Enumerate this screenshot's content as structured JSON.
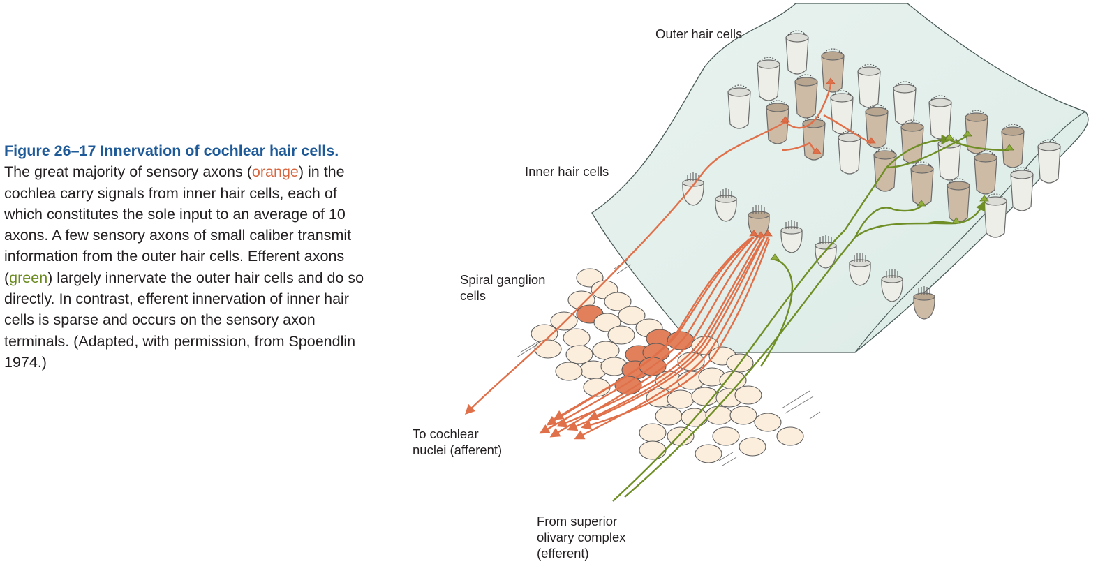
{
  "caption": {
    "figure_number": "Figure 26–17",
    "title": "Innervation of cochlear hair cells.",
    "seg1": "The great majority of sensory axons (",
    "orange_word": "orange",
    "seg2": ") in the cochlea carry signals from inner hair cells, each of which constitutes the sole input to an average of 10 axons. A few sensory axons of small caliber transmit information from the outer hair cells. Efferent axons (",
    "green_word": "green",
    "seg3": ") largely innervate the outer hair cells and do so directly. In contrast, efferent innervation of inner hair cells is sparse and occurs on the sensory axon terminals. (Adapted, with permission, from Spoendlin 1974.)"
  },
  "labels": {
    "outer_hair_cells": "Outer hair cells",
    "inner_hair_cells": "Inner hair cells",
    "spiral_ganglion_line1": "Spiral ganglion",
    "spiral_ganglion_line2": "cells",
    "to_cochlear_line1": "To cochlear",
    "to_cochlear_line2": "nuclei (afferent)",
    "from_superior_line1": "From superior",
    "from_superior_line2": "olivary complex",
    "from_superior_line3": "(efferent)"
  },
  "colors": {
    "afferent_orange": "#e0704a",
    "efferent_green": "#6f8f26",
    "membrane": "#e6f1ee",
    "hair_cell_plain": "#eeeee9",
    "hair_cell_innervated": "#cdbba6",
    "ganglion_cell": "#fbeedd",
    "ganglion_cell_active": "#e2805c",
    "title_blue": "#1f5a98"
  }
}
